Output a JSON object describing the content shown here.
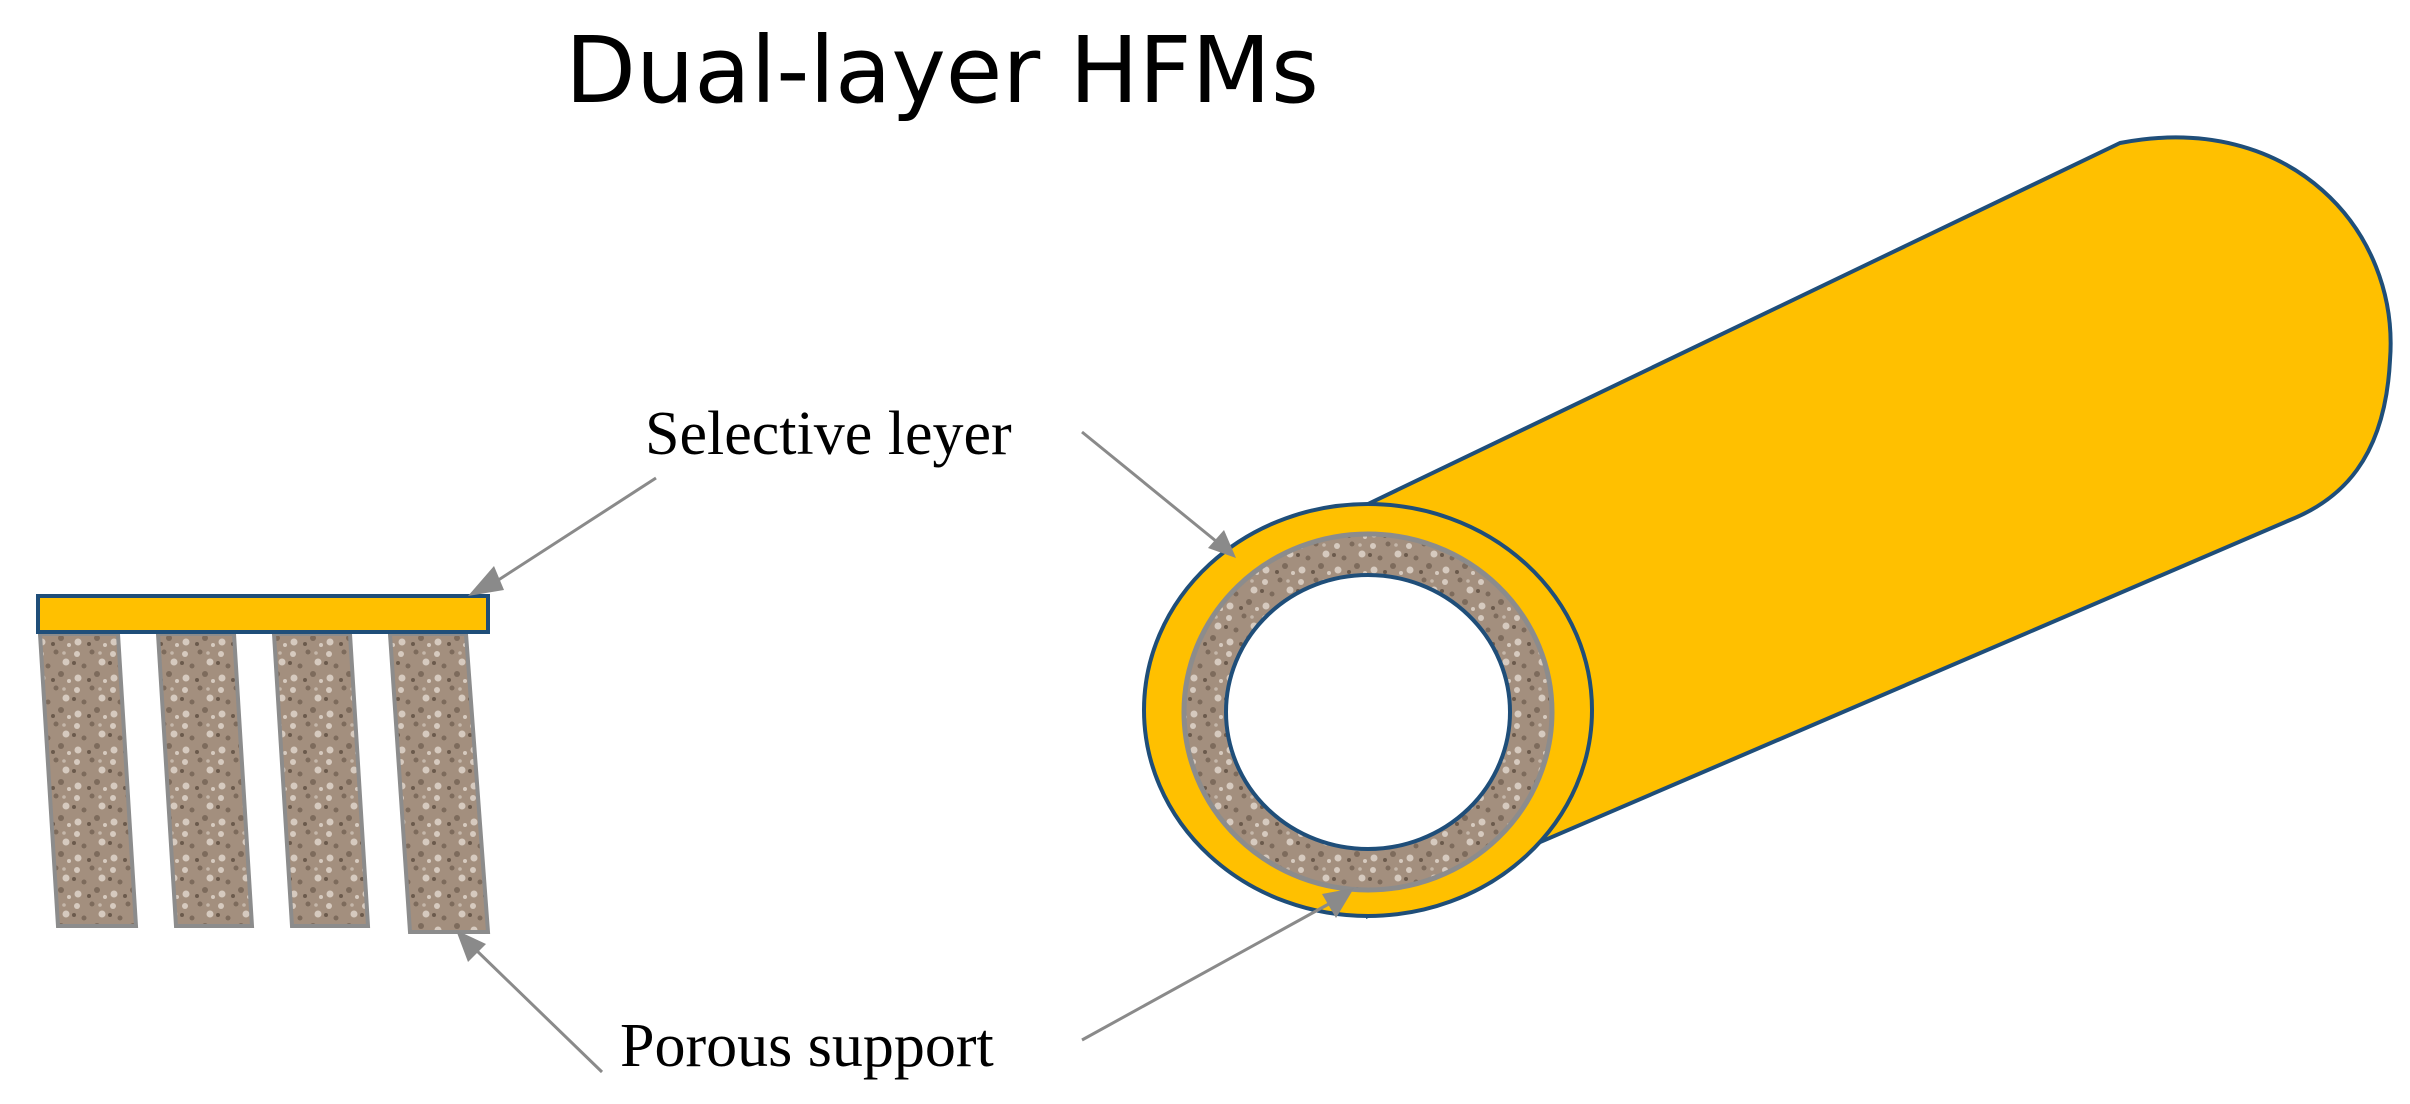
{
  "title": "Dual-layer HFMs",
  "labels": {
    "selective_layer": "Selective leyer",
    "porous_support": "Porous support"
  },
  "colors": {
    "selective_layer_fill": "#FFC000",
    "outline": "#1F4E79",
    "porous_support_fill": "#A38F7E",
    "porous_speckle_dark": "#7D6B5C",
    "porous_speckle_light": "#D6CABF",
    "leader_line": "#8A8A8A"
  },
  "icons": {
    "hollow_fiber": "hollow-fiber-cylinder-icon",
    "cross_section": "membrane-cross-section-icon"
  }
}
